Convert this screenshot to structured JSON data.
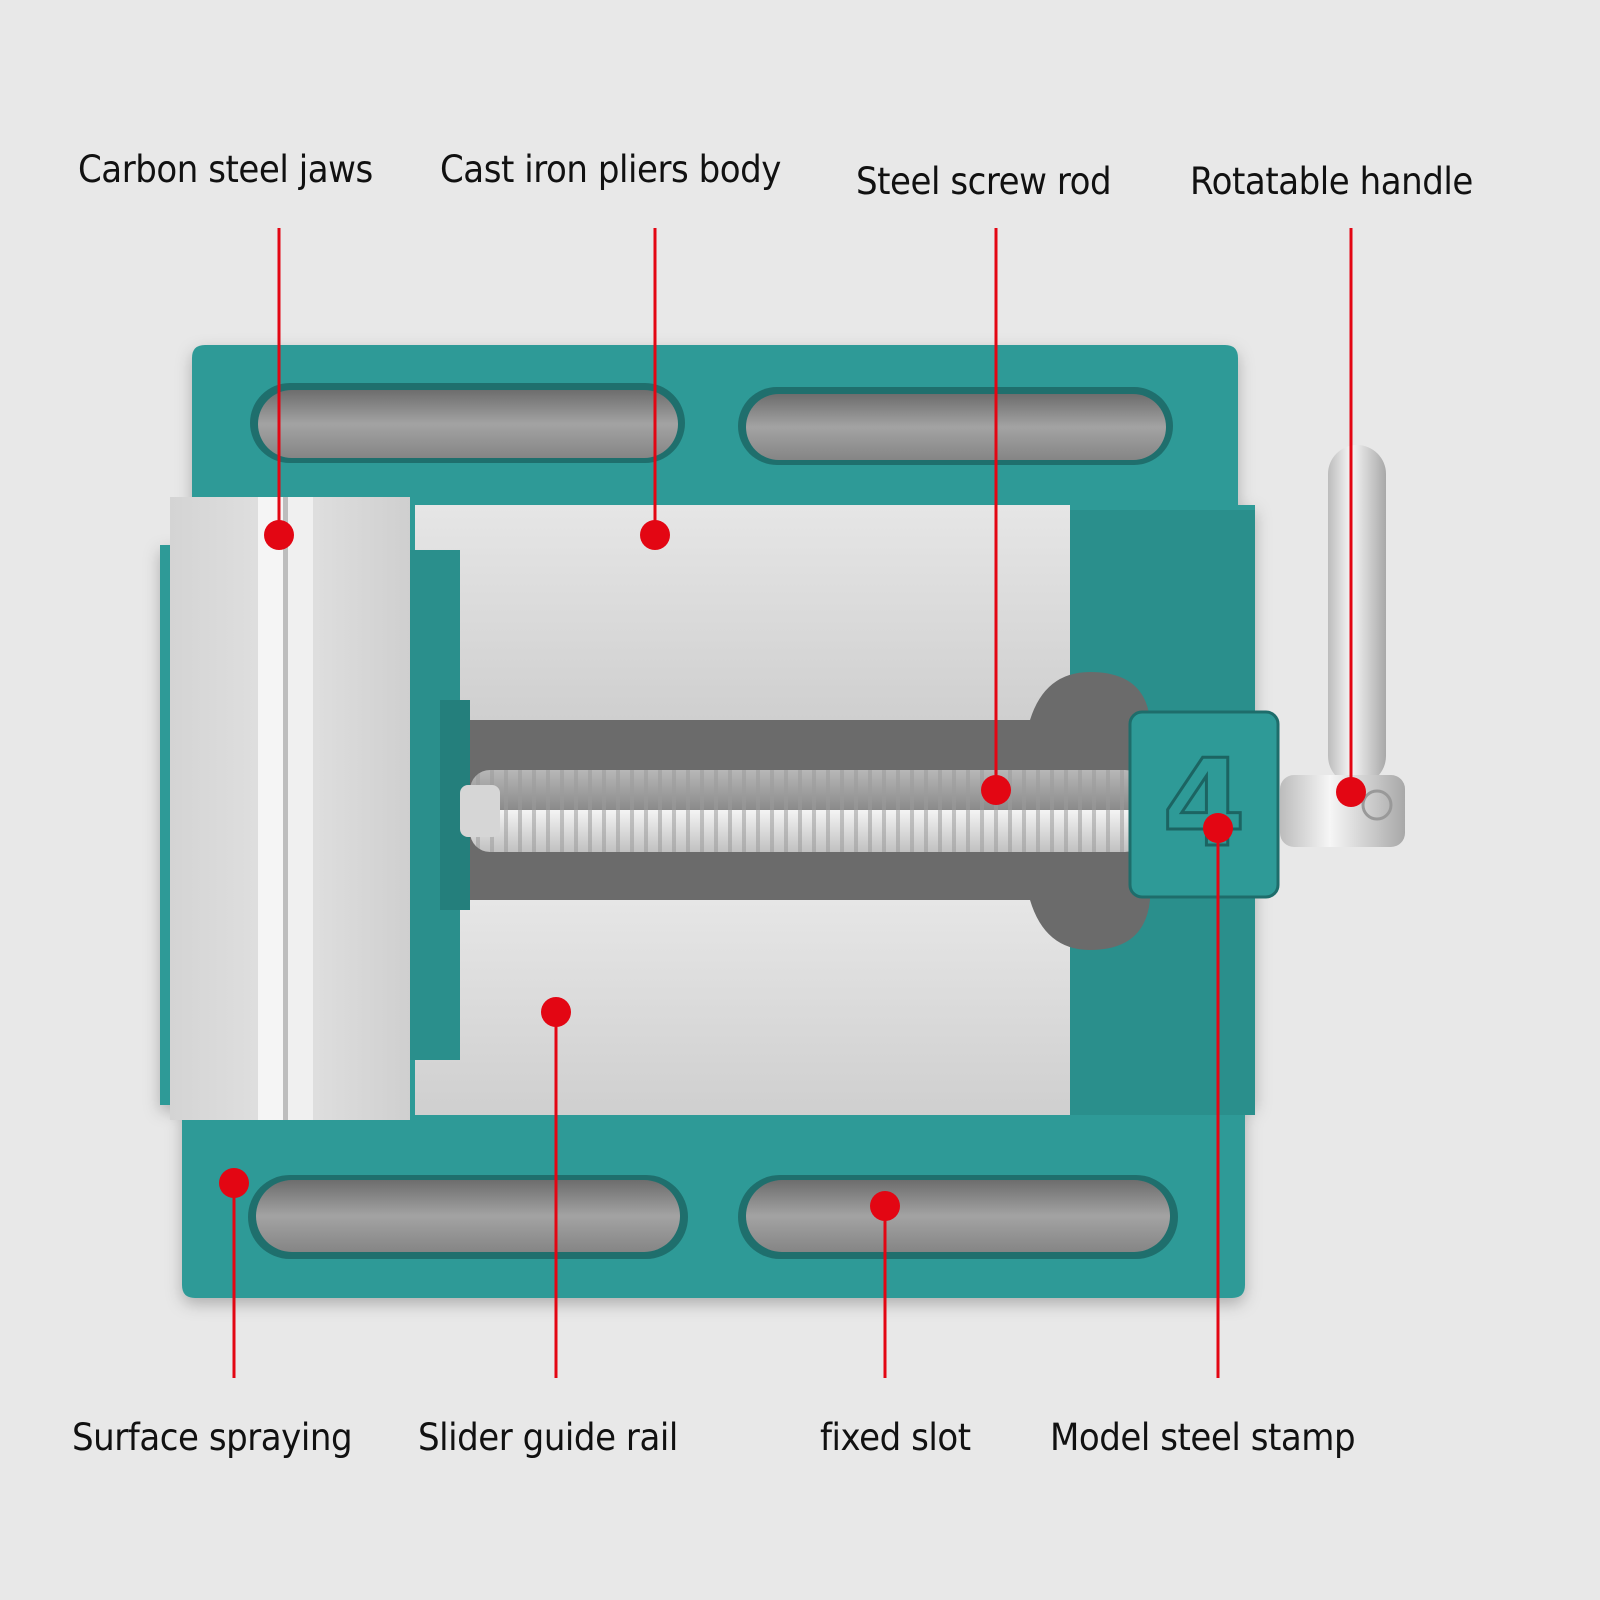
{
  "diagram": {
    "subject": "Bench drill press vise",
    "colors": {
      "background": "#e8e8e8",
      "body": "#2e9a97",
      "body_dark": "#1f7a78",
      "steel": "#dcdcdc",
      "slot": "#8e8e8e",
      "callout": "#e30613"
    },
    "top_labels": [
      {
        "id": "carbon-steel-jaws",
        "text": "Carbon steel jaws"
      },
      {
        "id": "cast-iron-pliers-body",
        "text": "Cast iron pliers body"
      },
      {
        "id": "steel-screw-rod",
        "text": "Steel screw rod"
      },
      {
        "id": "rotatable-handle",
        "text": "Rotatable handle"
      }
    ],
    "bottom_labels": [
      {
        "id": "surface-spraying",
        "text": "Surface spraying"
      },
      {
        "id": "slider-guide-rail",
        "text": "Slider guide rail"
      },
      {
        "id": "fixed-slot",
        "text": "fixed slot"
      },
      {
        "id": "model-steel-stamp",
        "text": "Model steel stamp"
      }
    ],
    "stamp_mark": "4"
  }
}
